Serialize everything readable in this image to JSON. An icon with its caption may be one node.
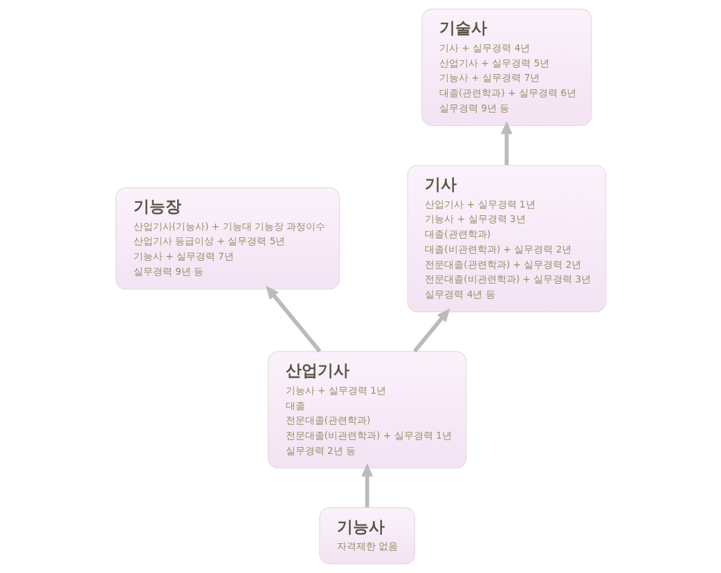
{
  "diagram": {
    "nodes": [
      {
        "text": [
          "기술사",
          "기사 + 실무경력 4년",
          "산업기사 + 실무경력 5년",
          "기능사 + 실무경력 7년",
          "대졸(관련학과) + 실무경력 6년",
          "실무경력 9년 등"
        ]
      },
      {
        "text": [
          "기능장",
          "산업기사(기능사) + 기능대 기능장 과정이수",
          "산업기사 등급이상 + 실무경력 5년",
          "기능사 + 실무경력 7년",
          "실무경력 9년 등"
        ]
      },
      {
        "text": [
          "기사",
          "산업기사 + 실무경력 1년",
          "기능사 + 실무경력 3년",
          "대졸(관련학과)",
          "대졸(비관련학과) + 실무경력 2년",
          "전문대졸(관련학과) + 실무경력 2년",
          "전문대졸(비관련학과) + 실무경력 3년",
          "실무경력 4년 등"
        ]
      },
      {
        "text": [
          "산업기사",
          "기능사 + 실무경력 1년",
          "대졸",
          "전문대졸(관련학과)",
          "전문대졸(비관련학과) + 실무경력 1년",
          "실무경력 2년 등"
        ]
      },
      {
        "text": [
          "기능사",
          "자격제한 없음"
        ]
      }
    ],
    "edges": [
      {
        "from": 4,
        "to": 3,
        "arrow": "to"
      },
      {
        "from": 3,
        "to": 2,
        "arrow": "to"
      },
      {
        "from": 2,
        "to": 0,
        "arrow": "to"
      },
      {
        "from": 3,
        "to": 1,
        "arrow": "to"
      }
    ]
  }
}
